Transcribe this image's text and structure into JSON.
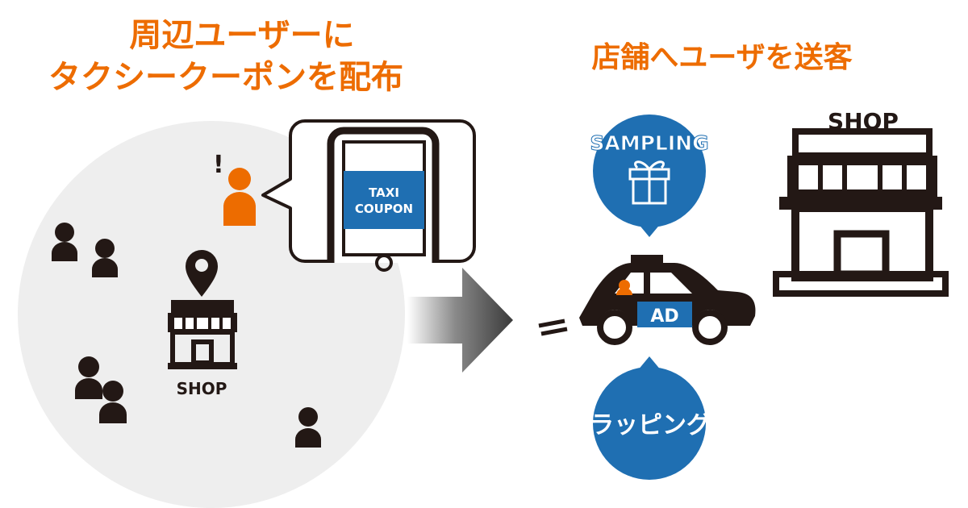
{
  "left_title": {
    "line1": "周辺ユーザーに",
    "line2": "タクシークーポンを配布"
  },
  "right_title": "店舗へユーザを送客",
  "coupon": {
    "line1": "TAXI",
    "line2": "COUPON"
  },
  "left_shop_label": "SHOP",
  "exclamation": "!",
  "sampling_label": "SAMPLING",
  "taxi_ad_label": "AD",
  "wrapping_label": "ラッピング",
  "right_shop_label": "SHOP",
  "colors": {
    "accent_orange": "#ed6c00",
    "blue": "#1f6fb2",
    "dark": "#231815",
    "circle_gray": "#eeeeee"
  }
}
